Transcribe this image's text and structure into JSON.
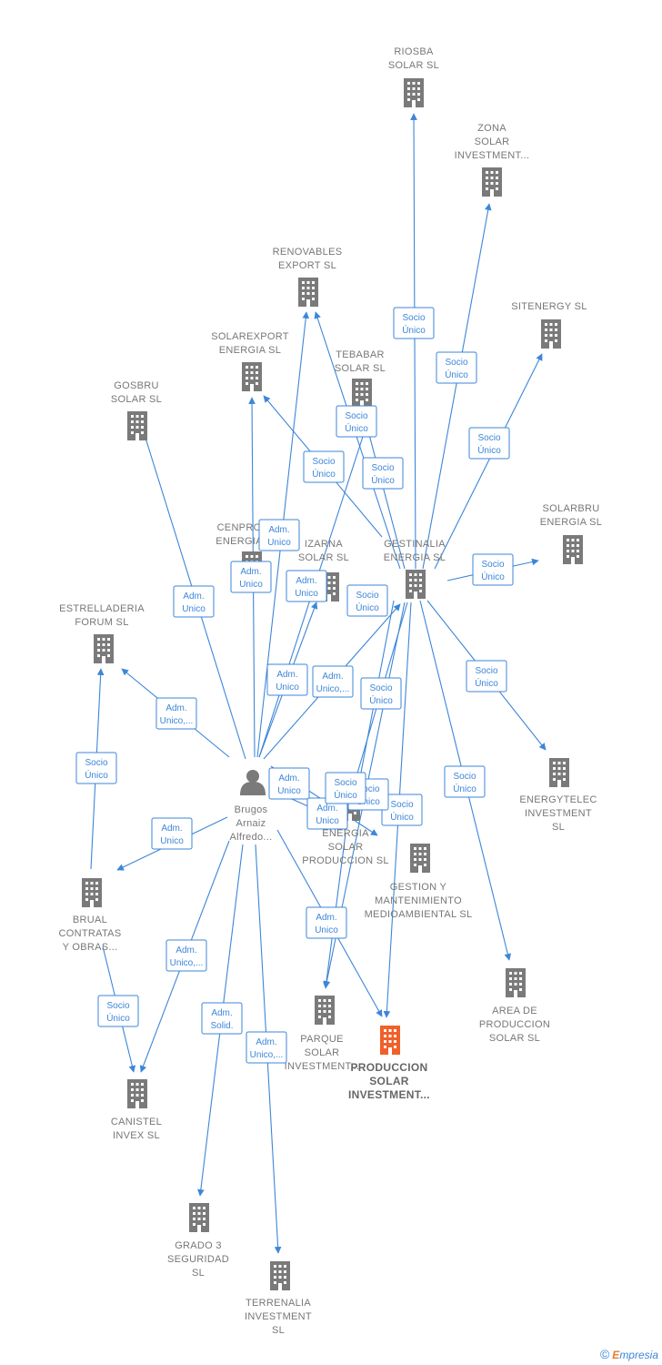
{
  "colors": {
    "edge": "#3d86d8",
    "company": "#7a7a7a",
    "highlight": "#f0602a",
    "person": "#7a7a7a"
  },
  "nodes": [
    {
      "id": "riosba",
      "type": "company",
      "label": [
        "RIOSBA",
        "SOLAR  SL"
      ]
    },
    {
      "id": "zona",
      "type": "company",
      "label": [
        "ZONA",
        "SOLAR",
        "INVESTMENT..."
      ]
    },
    {
      "id": "renovables",
      "type": "company",
      "label": [
        "RENOVABLES",
        "EXPORT  SL"
      ]
    },
    {
      "id": "sitenergy",
      "type": "company",
      "label": [
        "SITENERGY  SL"
      ]
    },
    {
      "id": "solarexport",
      "type": "company",
      "label": [
        "SOLAREXPORT",
        "ENERGIA  SL"
      ]
    },
    {
      "id": "tebabar",
      "type": "company",
      "label": [
        "TEBABAR",
        "SOLAR  SL"
      ]
    },
    {
      "id": "gosbru",
      "type": "company",
      "label": [
        "GOSBRU",
        "SOLAR  SL"
      ]
    },
    {
      "id": "cenpro",
      "type": "company",
      "label": [
        "CENPRO",
        "ENERGIA"
      ]
    },
    {
      "id": "izarna",
      "type": "company",
      "label": [
        "IZARNA",
        "SOLAR  SL"
      ]
    },
    {
      "id": "gestinalia",
      "type": "company",
      "label": [
        "GESTINALIA",
        "ENERGIA  SL"
      ]
    },
    {
      "id": "solarbru",
      "type": "company",
      "label": [
        "SOLARBRU",
        "ENERGIA  SL"
      ]
    },
    {
      "id": "estrelladeria",
      "type": "company",
      "label": [
        "ESTRELLADERIA",
        "FORUM  SL"
      ]
    },
    {
      "id": "energytelec",
      "type": "company",
      "label": [
        "ENERGYTELEC",
        "INVESTMENT",
        "SL"
      ]
    },
    {
      "id": "person",
      "type": "person",
      "label": [
        "Brugos",
        "Arnaiz",
        "Alfredo..."
      ]
    },
    {
      "id": "energiasolar",
      "type": "company",
      "label": [
        "ENERGIA",
        "SOLAR",
        "PRODUCCION SL"
      ]
    },
    {
      "id": "gestion",
      "type": "company",
      "label": [
        "GESTION Y",
        "MANTENIMIENTO",
        "MEDIOAMBIENTAL SL"
      ]
    },
    {
      "id": "brual",
      "type": "company",
      "label": [
        "BRUAL",
        "CONTRATAS",
        "Y OBRAS..."
      ]
    },
    {
      "id": "area",
      "type": "company",
      "label": [
        "AREA DE",
        "PRODUCCION",
        "SOLAR  SL"
      ]
    },
    {
      "id": "parque",
      "type": "company",
      "label": [
        "PARQUE",
        "SOLAR",
        "INVESTMENT..."
      ]
    },
    {
      "id": "produccion",
      "type": "highlight",
      "label": [
        "PRODUCCION",
        "SOLAR",
        "INVESTMENT..."
      ]
    },
    {
      "id": "canistel",
      "type": "company",
      "label": [
        "CANISTEL",
        "INVEX  SL"
      ]
    },
    {
      "id": "grado3",
      "type": "company",
      "label": [
        "GRADO 3",
        "SEGURIDAD",
        "SL"
      ]
    },
    {
      "id": "terrenalia",
      "type": "company",
      "label": [
        "TERRENALIA",
        "INVESTMENT",
        "SL"
      ]
    }
  ],
  "edges": [
    {
      "id": "e1",
      "label": [
        "Socio",
        "Único"
      ]
    },
    {
      "id": "e2",
      "label": [
        "Socio",
        "Único"
      ]
    },
    {
      "id": "e3",
      "label": [
        "Socio",
        "Único"
      ]
    },
    {
      "id": "e4",
      "label": [
        "Socio",
        "Único"
      ]
    },
    {
      "id": "e5",
      "label": [
        "Socio",
        "Único"
      ]
    },
    {
      "id": "e6",
      "label": [
        "Socio",
        "Único"
      ]
    },
    {
      "id": "e7",
      "label": [
        "Socio",
        "Único"
      ]
    },
    {
      "id": "e8",
      "label": [
        "Socio",
        "Único"
      ]
    },
    {
      "id": "e9",
      "label": [
        "Socio",
        "Único"
      ]
    },
    {
      "id": "e10",
      "label": [
        "Socio",
        "Único"
      ]
    },
    {
      "id": "e11",
      "label": [
        "Socio",
        "Único"
      ]
    },
    {
      "id": "e12",
      "label": [
        "Socio",
        "Único"
      ]
    },
    {
      "id": "e13",
      "label": [
        "Socio",
        "Único"
      ]
    },
    {
      "id": "e14",
      "label": [
        "Socio",
        "Único"
      ]
    },
    {
      "id": "e15",
      "label": [
        "Socio",
        "Único"
      ]
    },
    {
      "id": "e16",
      "label": [
        "Adm.",
        "Unico"
      ]
    },
    {
      "id": "e17",
      "label": [
        "Adm.",
        "Unico"
      ]
    },
    {
      "id": "e18",
      "label": [
        "Adm.",
        "Unico"
      ]
    },
    {
      "id": "e19",
      "label": [
        "Adm.",
        "Unico"
      ]
    },
    {
      "id": "e20",
      "label": [
        "Adm.",
        "Unico,..."
      ]
    },
    {
      "id": "e21",
      "label": [
        "Adm.",
        "Unico"
      ]
    },
    {
      "id": "e22",
      "label": [
        "Adm.",
        "Unico,..."
      ]
    },
    {
      "id": "e23",
      "label": [
        "Adm.",
        "Unico"
      ]
    },
    {
      "id": "e24",
      "label": [
        "Adm.",
        "Unico"
      ]
    },
    {
      "id": "e25",
      "label": [
        "Adm.",
        "Unico"
      ]
    },
    {
      "id": "e26",
      "label": [
        "Adm.",
        "Unico"
      ]
    },
    {
      "id": "e27",
      "label": [
        "Adm.",
        "Unico,..."
      ]
    },
    {
      "id": "e28",
      "label": [
        "Socio",
        "Único"
      ]
    },
    {
      "id": "e29",
      "label": [
        "Adm.",
        "Solid."
      ]
    },
    {
      "id": "e30",
      "label": [
        "Adm.",
        "Unico,..."
      ]
    }
  ],
  "footer": {
    "copyright": "©",
    "brand_initial": "E",
    "brand_rest": "mpresia"
  }
}
